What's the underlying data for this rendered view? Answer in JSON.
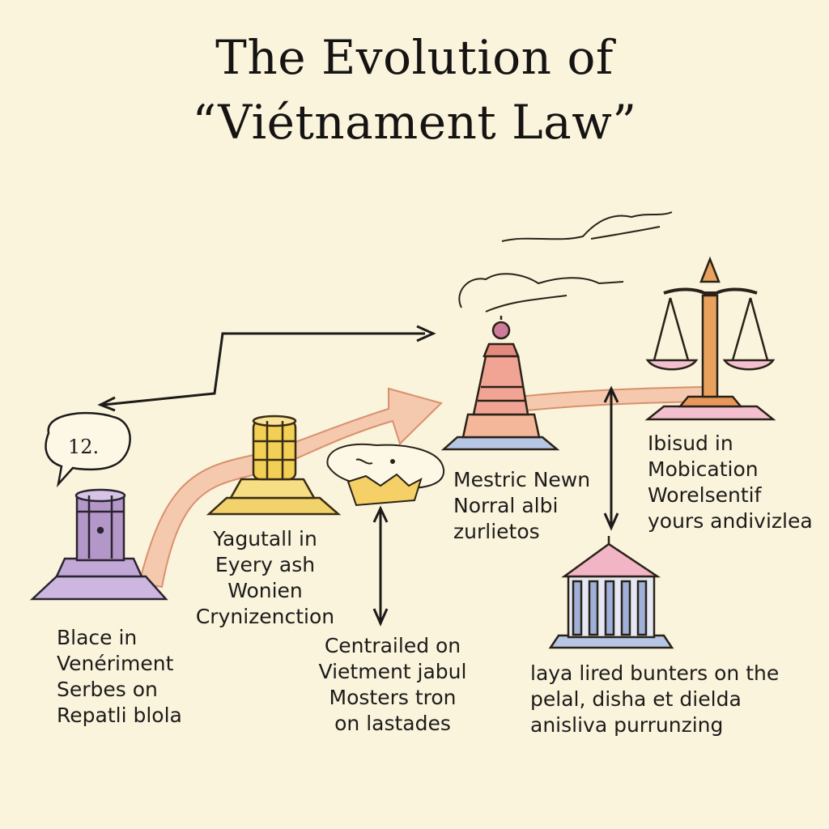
{
  "title": {
    "line1": "The  Evolution of",
    "line2": "“Viétnament Law”"
  },
  "bubble_label": "12.",
  "captions": {
    "stage1": [
      "Blace in",
      "Venériment",
      "Serbes on",
      "Repatli  blola"
    ],
    "stage2": [
      "Yagutall in",
      "Eyery ash",
      "Wonien",
      "Crynizenction"
    ],
    "stage3": [
      "Centrailed  on",
      "Vietment  jabul",
      "Mosters  tron",
      "on  lastades"
    ],
    "stage4": [
      "Mestric  Newn",
      "Norral  albi",
      "zurlietos"
    ],
    "stage5": [
      "Ibisud in",
      "Mobication",
      "Worelsentif",
      "yours  andivizlea"
    ],
    "stage6": [
      "laya  lired  bunters on the",
      "pelal,  disha  et  dielda",
      "anisliva  purrunzing"
    ]
  },
  "icons": [
    "speech-bubble-icon",
    "gavel-stand-icon",
    "drum-pedestal-icon",
    "crown-icon",
    "monument-tower-icon",
    "scales-of-justice-icon",
    "courthouse-icon"
  ],
  "colors": {
    "background": "#faf4dc",
    "ink": "#1d1b1a",
    "arrow_band": "#f5c9ad",
    "lavender": "#c9b3da",
    "gold": "#f2d36b",
    "orange": "#e79a56",
    "pink": "#f2b5c6",
    "blue": "#b7c6e4"
  }
}
